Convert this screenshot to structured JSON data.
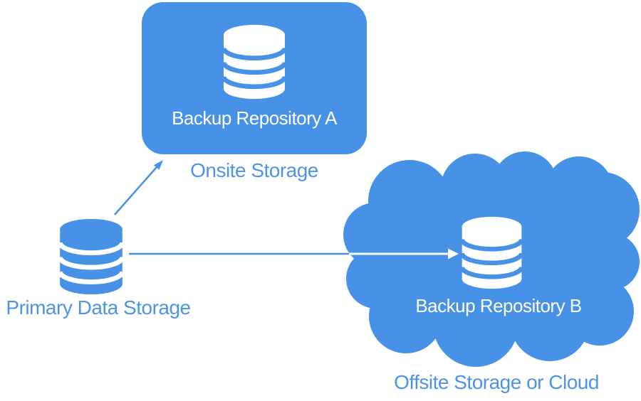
{
  "diagram": {
    "background_color": "#ffffff",
    "shape_color": "#4791e6",
    "label_color": "#4e93e6",
    "nodes": {
      "onsite_repository": {
        "title": "Backup Repository A",
        "caption": "Onsite Storage",
        "shape": "rounded-rectangle",
        "icon": "database-icon"
      },
      "primary_storage": {
        "label": "Primary Data Storage",
        "icon": "database-icon"
      },
      "offsite_repository": {
        "title": "Backup Repository B",
        "caption": "Offsite Storage or Cloud",
        "shape": "cloud",
        "icon": "database-icon"
      }
    },
    "connections": [
      {
        "from": "Primary Data Storage",
        "to": "Backup Repository A",
        "style": "arrow"
      },
      {
        "from": "Primary Data Storage",
        "to": "Backup Repository B",
        "style": "arrow"
      }
    ]
  }
}
